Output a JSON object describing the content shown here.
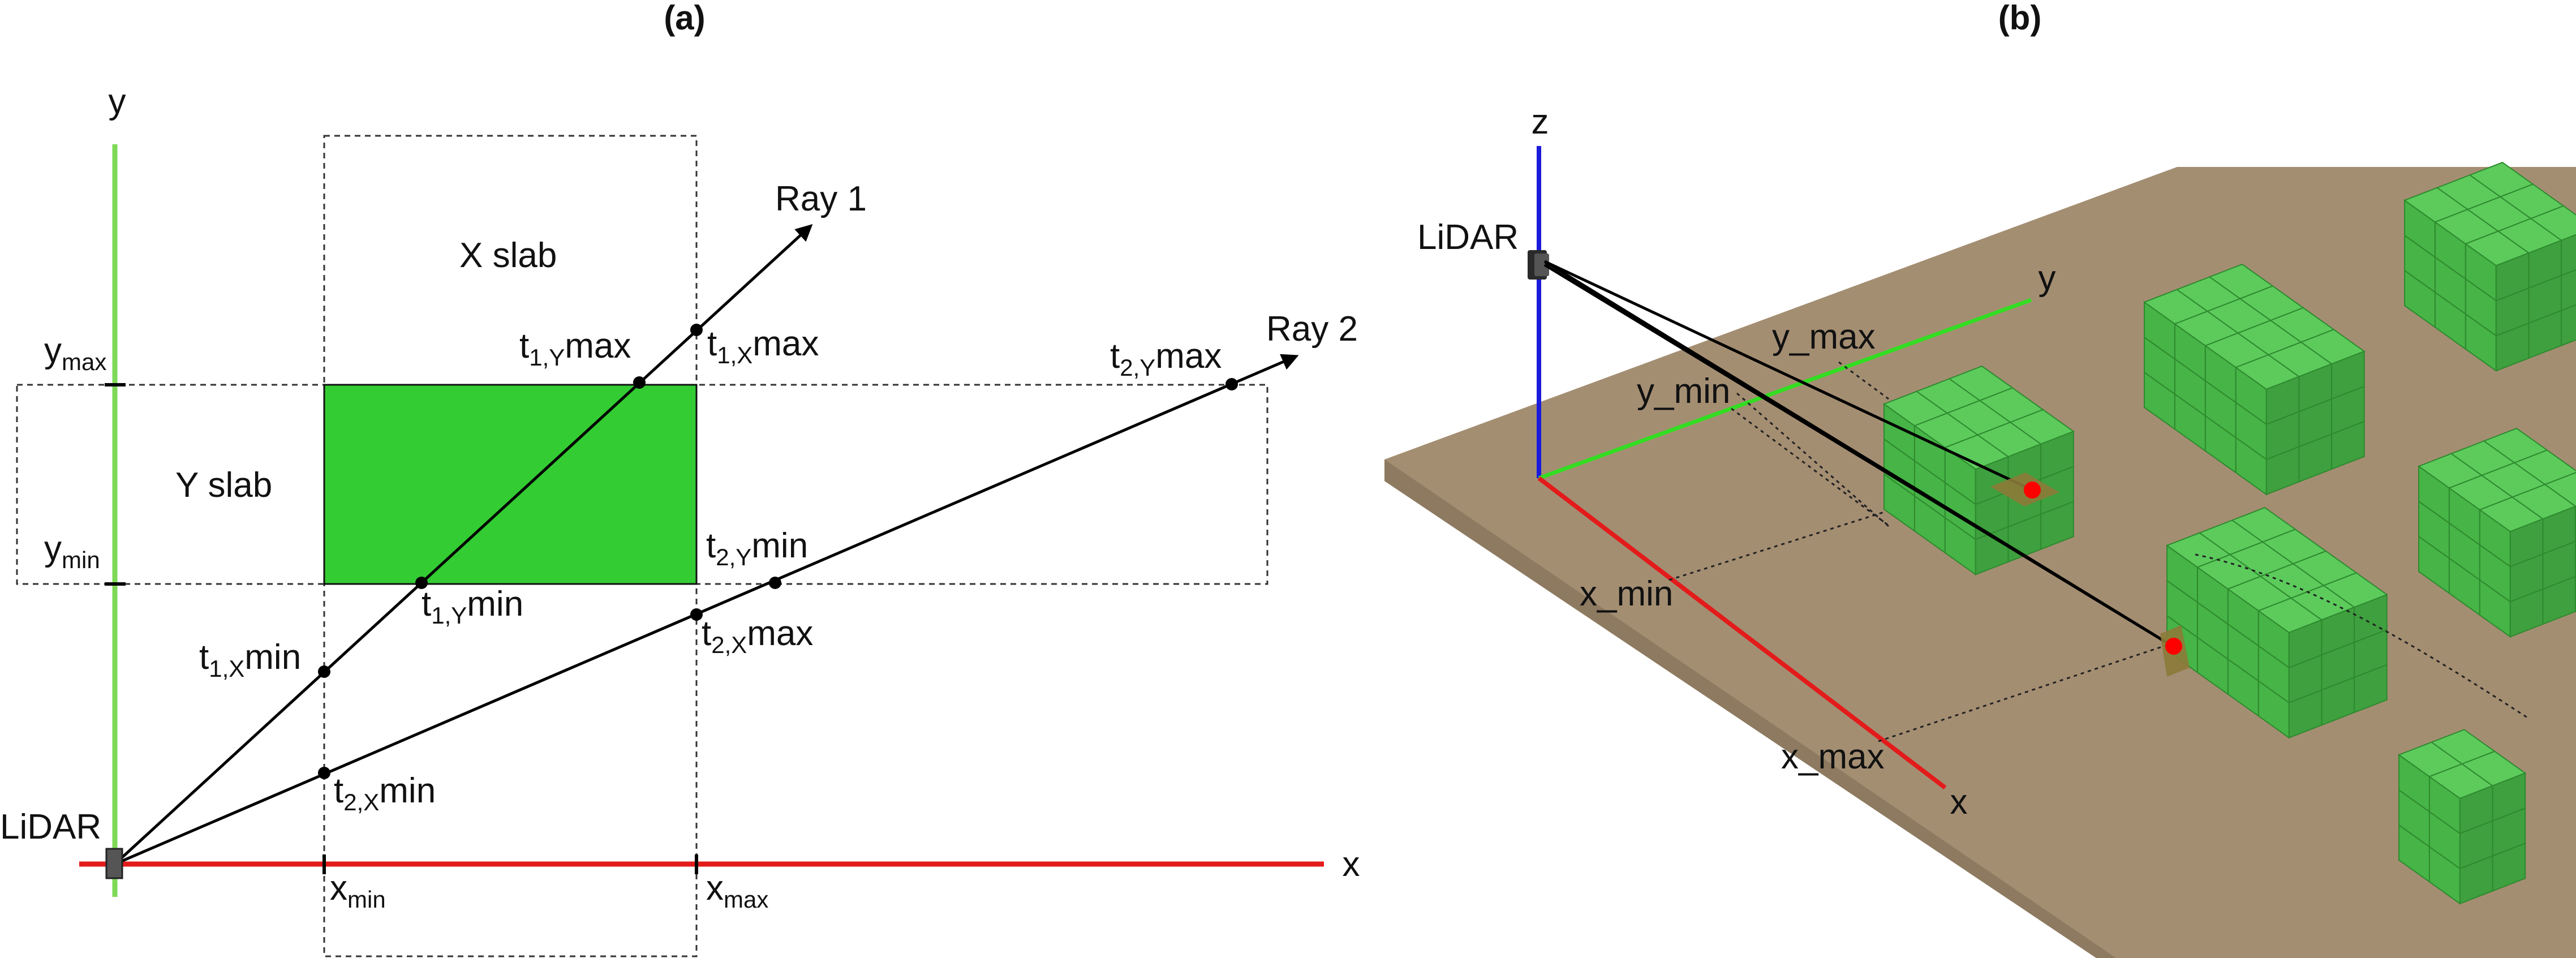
{
  "panel_a": {
    "title": "(a)",
    "axis_y": "y",
    "axis_x": "x",
    "y_max": {
      "base": "y",
      "sub": "max"
    },
    "y_min": {
      "base": "y",
      "sub": "min"
    },
    "x_min": {
      "base": "x",
      "sub": "min"
    },
    "x_max": {
      "base": "x",
      "sub": "max"
    },
    "x_slab": "X slab",
    "y_slab": "Y slab",
    "ray1": "Ray 1",
    "ray2": "Ray 2",
    "lidar": "LiDAR",
    "points": {
      "t1Ymax": {
        "a": "t",
        "s": "1,Y",
        "b": "max"
      },
      "t1Xmax": {
        "a": "t",
        "s": "1,X",
        "b": "max"
      },
      "t1Ymin": {
        "a": "t",
        "s": "1,Y",
        "b": "min"
      },
      "t1Xmin": {
        "a": "t",
        "s": "1,X",
        "b": "min"
      },
      "t2Ymax": {
        "a": "t",
        "s": "2,Y",
        "b": "max"
      },
      "t2Ymin": {
        "a": "t",
        "s": "2,Y",
        "b": "min"
      },
      "t2Xmax": {
        "a": "t",
        "s": "2,X",
        "b": "max"
      },
      "t2Xmin": {
        "a": "t",
        "s": "2,X",
        "b": "min"
      }
    }
  },
  "panel_b": {
    "title": "(b)",
    "axis_z": "z",
    "axis_y": "y",
    "axis_x": "x",
    "lidar": "LiDAR",
    "y_max": "y_max",
    "y_min": "y_min",
    "x_min": "x_min",
    "x_max": "x_max"
  },
  "colors": {
    "voxel_fill": "#33cc33",
    "axis_x": "#e31b1b",
    "axis_y_a": "#7ed957",
    "axis_y_b": "#33dd22",
    "axis_z": "#1a1adb",
    "ground": "#a48e72",
    "hit_point": "#ff0000"
  }
}
